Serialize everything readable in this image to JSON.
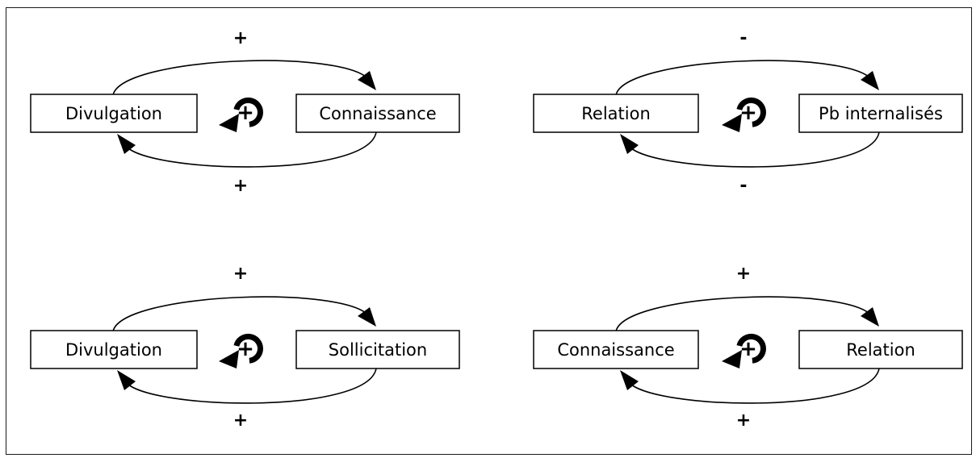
{
  "colors": {
    "stroke": "#000000",
    "background": "#ffffff"
  },
  "loops": [
    {
      "left_label": "Divulgation",
      "right_label": "Connaissance",
      "top_polarity": "+",
      "bottom_polarity": "+",
      "loop_sign": "+",
      "loop_icon": "reinforcing-loop-icon"
    },
    {
      "left_label": "Relation",
      "right_label": "Pb internalisés",
      "top_polarity": "-",
      "bottom_polarity": "-",
      "loop_sign": "+",
      "loop_icon": "reinforcing-loop-icon"
    },
    {
      "left_label": "Divulgation",
      "right_label": "Sollicitation",
      "top_polarity": "+",
      "bottom_polarity": "+",
      "loop_sign": "+",
      "loop_icon": "reinforcing-loop-icon"
    },
    {
      "left_label": "Connaissance",
      "right_label": "Relation",
      "top_polarity": "+",
      "bottom_polarity": "+",
      "loop_sign": "+",
      "loop_icon": "reinforcing-loop-icon"
    }
  ]
}
